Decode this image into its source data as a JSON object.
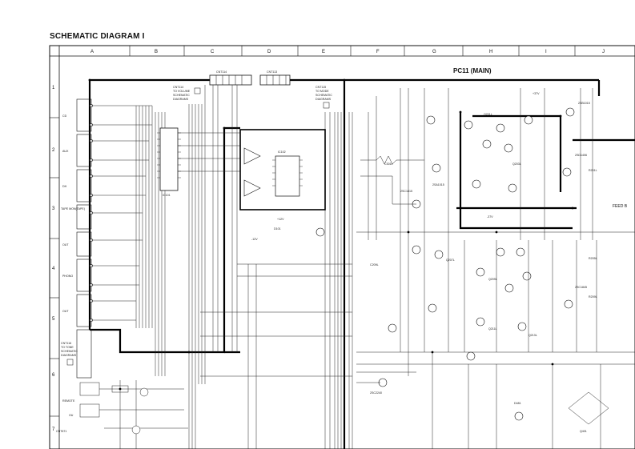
{
  "title": "SCHEMATIC DIAGRAM I",
  "board_label": "PC11 (MAIN)",
  "feed_label": "FEED B",
  "grid": {
    "columns": [
      "A",
      "B",
      "C",
      "D",
      "E",
      "F",
      "G",
      "H",
      "I",
      "J"
    ],
    "rows": [
      "1",
      "2",
      "3",
      "4",
      "5",
      "6",
      "7"
    ]
  },
  "connectors": {
    "cnt114": "CNT114",
    "cnt113": "CNT113",
    "to_volume": [
      "CNT114",
      "TO VOLUME",
      "SCHEMATIC",
      "DIAGRAMS"
    ],
    "to_mode": [
      "CNT115",
      "TO MODE",
      "SCHEMATIC",
      "DIAGRAMS"
    ],
    "to_tone": [
      "CNT116",
      "TO TONE",
      "SCHEMATIC",
      "DIAGRAMS"
    ],
    "cnt671": "CNT671"
  },
  "inputs": [
    "CD",
    "AUX",
    "DH",
    "TAPE MON(TAPE)",
    "OUT",
    "PHONO",
    "OUT"
  ],
  "side_labels": [
    "REMOTE",
    "OU"
  ],
  "parts": {
    "ic101": "IC101",
    "ic102": "IC102",
    "q201": "Q201L",
    "q203": "Q203L",
    "q207": "Q207L",
    "q209": "Q209L",
    "q211": "Q211L",
    "q213": "Q213L",
    "q401": "Q401",
    "d101": "D101",
    "d481": "D481",
    "r201": "R201L",
    "r205": "R205L",
    "r209": "R209L",
    "c301": "C301L",
    "c209": "C209L",
    "v_pos": "+12V",
    "v_neg": "-12V",
    "v_pos2": "+37V",
    "v_neg2": "-37V",
    "tr1": "2SC1815",
    "tr2": "2SA1015",
    "tr3": "2SD1406",
    "tr4": "2SB1015",
    "tr5": "2SC2240",
    "tr6": "2SC1845"
  }
}
